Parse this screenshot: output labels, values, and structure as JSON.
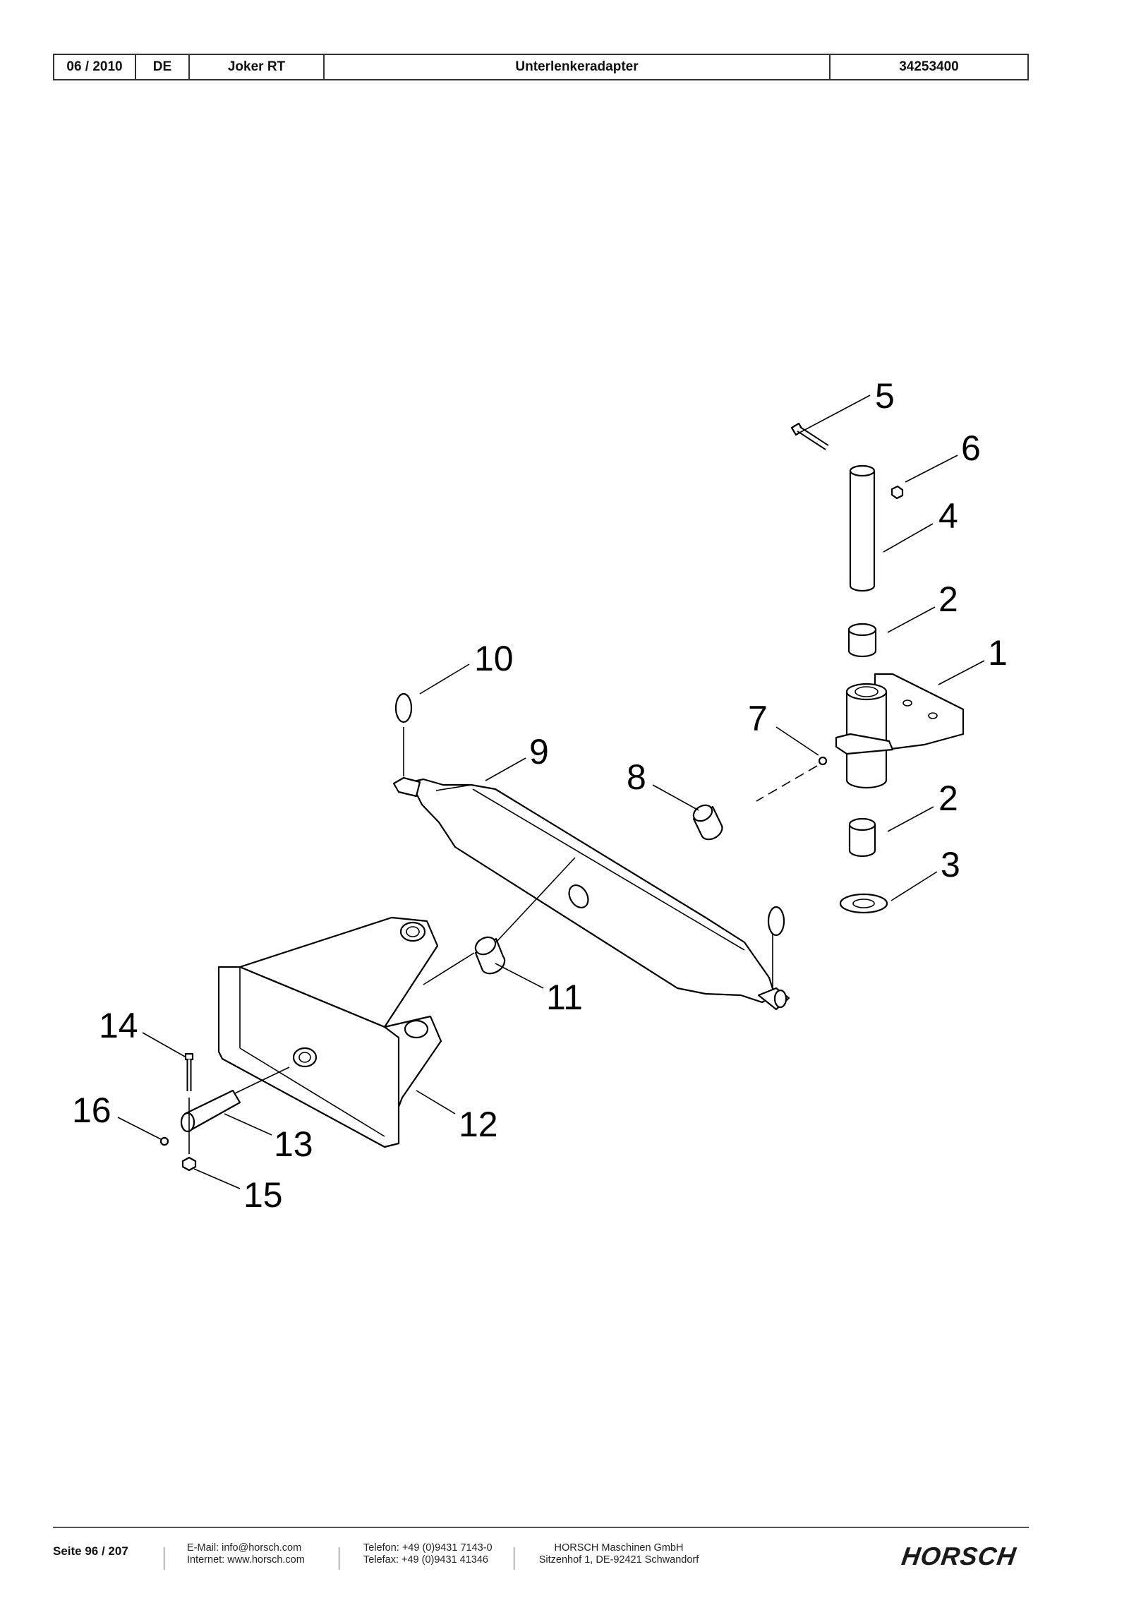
{
  "header": {
    "date": "06 / 2010",
    "lang": "DE",
    "machine": "Joker RT",
    "assembly": "Unterlenkeradapter",
    "part_number": "34253400"
  },
  "callouts": [
    "1",
    "2",
    "2",
    "3",
    "4",
    "5",
    "6",
    "7",
    "8",
    "9",
    "10",
    "11",
    "12",
    "13",
    "14",
    "15",
    "16"
  ],
  "footer": {
    "page": "Seite 96 / 207",
    "email": "E-Mail: info@horsch.com",
    "internet": "Internet: www.horsch.com",
    "phone": "Telefon: +49 (0)9431 7143-0",
    "fax": "Telefax: +49 (0)9431 41346",
    "company": "HORSCH Maschinen GmbH",
    "address": "Sitzenhof 1, DE-92421 Schwandorf",
    "logo_text": "HORSCH"
  }
}
